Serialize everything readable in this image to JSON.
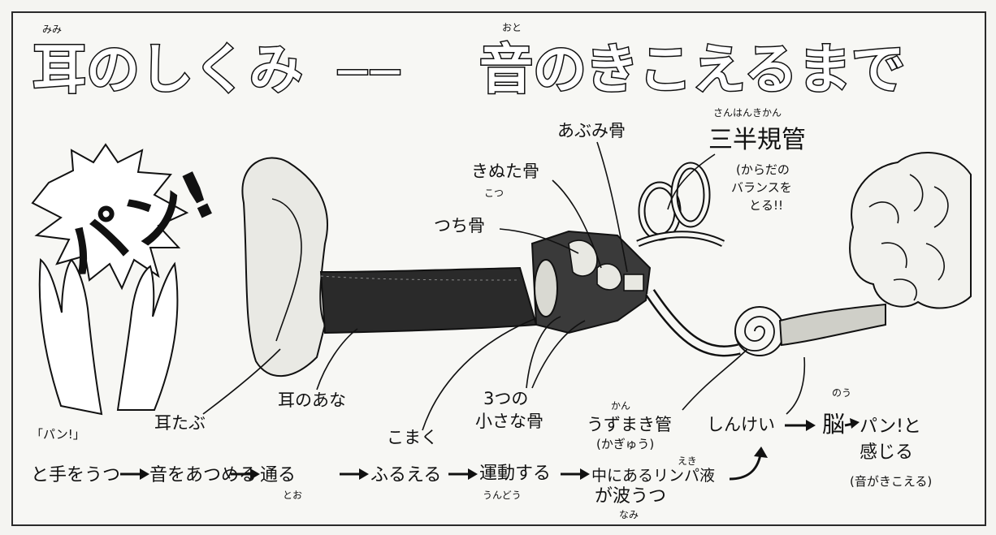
{
  "title": {
    "left": "耳のしくみ",
    "dash": "——",
    "right": "音のきこえるまで",
    "ruby_left": "みみ",
    "ruby_right": "おと"
  },
  "clap": {
    "sound": "パン!"
  },
  "anatomy_labels": {
    "stapes": "あぶみ骨",
    "incus": "きぬた骨",
    "malleus": "つち骨",
    "malleus_ruby": "こつ",
    "semicircular": "三半規管",
    "semicircular_ruby": "さんはんきかん",
    "semicircular_note_1": "(からだの",
    "semicircular_note_2": "バランスを",
    "semicircular_note_3": "とる!!"
  },
  "flow_labels": {
    "earlobe": "耳たぶ",
    "ear_canal": "耳のあな",
    "eardrum": "こまく",
    "ossicles_1": "3つの",
    "ossicles_2": "小さな骨",
    "cochlea": "うずまき管",
    "cochlea_ruby": "かん",
    "cochlea_sub": "(かぎゅう)",
    "nerve": "しんけい",
    "brain": "脳",
    "brain_ruby": "のう"
  },
  "flow_steps": {
    "start_1": "「パン!」",
    "start_2": "と手をうつ",
    "collect": "音をあつめる",
    "pass": "通る",
    "pass_ruby": "とお",
    "vibrate": "ふるえる",
    "move": "運動する",
    "move_ruby": "うんどう",
    "fluid_1": "中にあるリンパ液",
    "fluid_ruby": "えき",
    "fluid_2": "が波うつ",
    "wave_ruby": "なみ",
    "feel_1": "パン!と",
    "feel_2": "感じる",
    "feel_3": "(音がきこえる)"
  },
  "icons": {
    "arrow": "right-arrow-icon",
    "hands": "clapping-hands-icon",
    "ear": "ear-icon",
    "brain": "brain-icon"
  }
}
